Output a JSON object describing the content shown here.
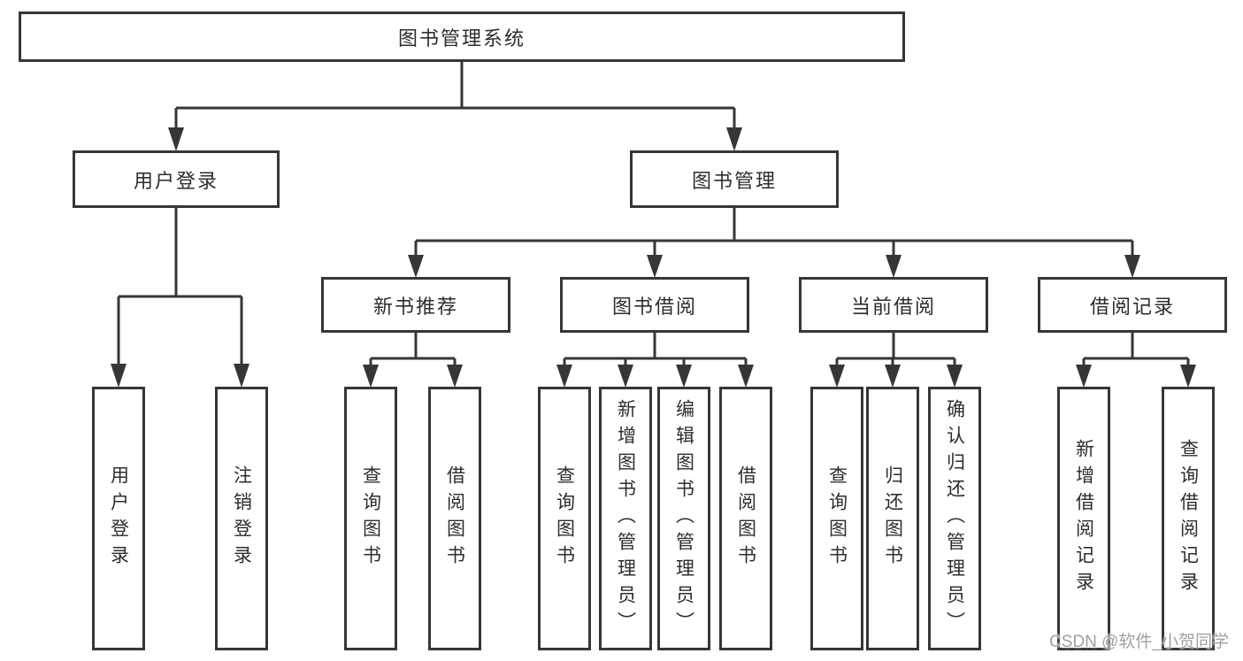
{
  "diagram": {
    "title": "图书管理系统",
    "colors": {
      "line": "#363636",
      "box_border": "#363636",
      "text": "#2d2d2d",
      "background": "#ffffff",
      "watermark_text": "#a0a0a0"
    },
    "root": {
      "label": "图书管理系统"
    },
    "level2": [
      {
        "label": "用户登录"
      },
      {
        "label": "图书管理"
      }
    ],
    "level3": [
      {
        "label": "新书推荐"
      },
      {
        "label": "图书借阅"
      },
      {
        "label": "当前借阅"
      },
      {
        "label": "借阅记录"
      }
    ],
    "leaves": {
      "user_login": [
        {
          "label": "用户登录"
        },
        {
          "label": "注销登录"
        }
      ],
      "new_book_rec": [
        {
          "label": "查询图书"
        },
        {
          "label": "借阅图书"
        }
      ],
      "book_borrow": [
        {
          "label": "查询图书"
        },
        {
          "label": "新增图书（管理员）"
        },
        {
          "label": "编辑图书（管理员）"
        },
        {
          "label": "借阅图书"
        }
      ],
      "current_borrow": [
        {
          "label": "查询图书"
        },
        {
          "label": "归还图书"
        },
        {
          "label": "确认归还（管理员）"
        }
      ],
      "borrow_records": [
        {
          "label": "新增借阅记录"
        },
        {
          "label": "查询借阅记录"
        }
      ]
    }
  },
  "watermark": {
    "text": "CSDN @软件_小贺同学"
  }
}
